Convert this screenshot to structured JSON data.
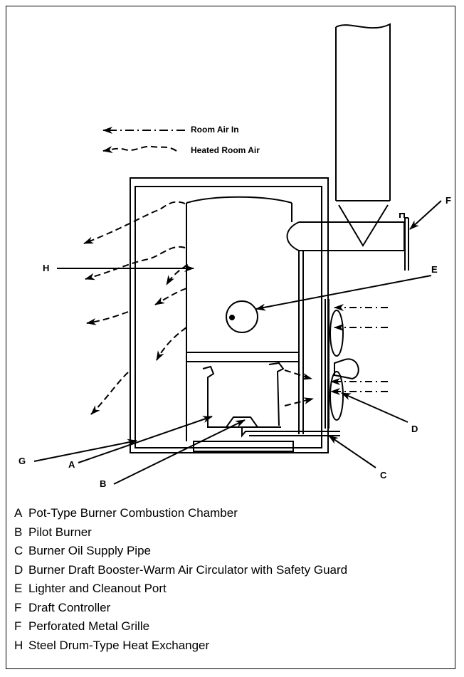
{
  "legend": {
    "room_air_in": "Room Air In",
    "heated_room_air": "Heated Room Air"
  },
  "labels": {
    "A": "A",
    "B": "B",
    "C": "C",
    "D": "D",
    "E": "E",
    "F": "F",
    "G": "G",
    "H": "H"
  },
  "caption": [
    {
      "key": "A",
      "text": "Pot-Type Burner Combustion Chamber"
    },
    {
      "key": "B",
      "text": "Pilot Burner"
    },
    {
      "key": "C",
      "text": "Burner Oil Supply Pipe"
    },
    {
      "key": "D",
      "text": "Burner Draft Booster-Warm Air Circulator with Safety Guard"
    },
    {
      "key": "E",
      "text": "Lighter and Cleanout Port"
    },
    {
      "key": "F",
      "text": "Draft Controller"
    },
    {
      "key": "F",
      "text": "Perforated Metal Grille"
    },
    {
      "key": "H",
      "text": "Steel Drum-Type Heat Exchanger"
    }
  ]
}
